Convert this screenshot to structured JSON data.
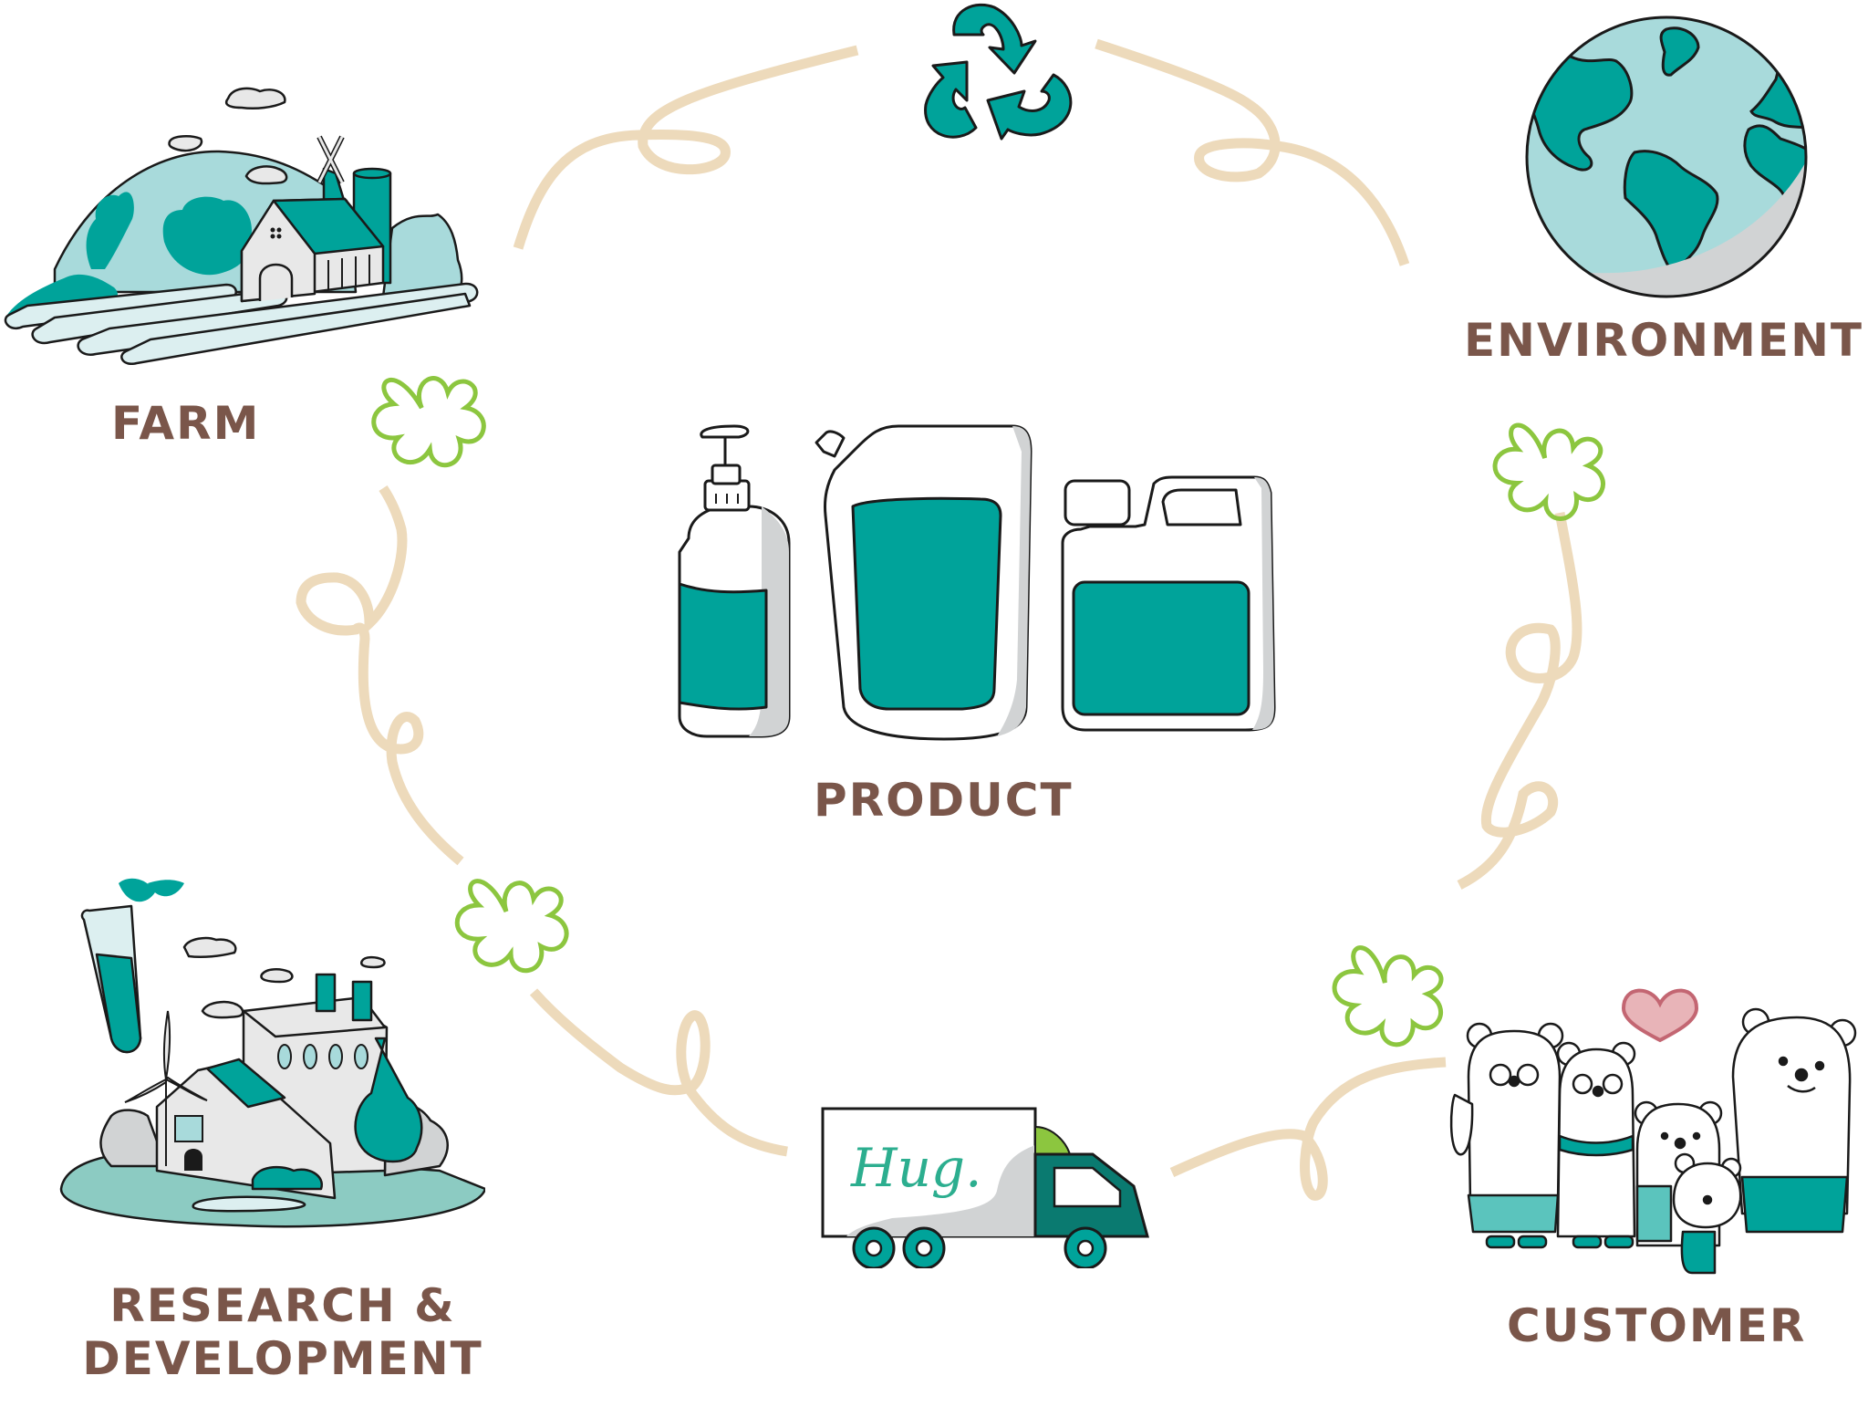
{
  "diagram": {
    "type": "cycle",
    "theme": {
      "label_color": "#7a564a",
      "teal": "#00a39a",
      "light_teal": "#a8dadb",
      "dark_teal": "#0a7a70",
      "connector": "#eddabb",
      "flower": "#8cc63f",
      "grey": "#d1d3d4",
      "heart": "#e8b4b8"
    },
    "nodes": [
      {
        "id": "farm",
        "label": "FARM",
        "icon": "farm-illustration"
      },
      {
        "id": "recycle",
        "label": "",
        "icon": "recycle-icon"
      },
      {
        "id": "environment",
        "label": "ENVIRONMENT",
        "icon": "globe-icon"
      },
      {
        "id": "customer",
        "label": "CUSTOMER",
        "icon": "bear-family-illustration"
      },
      {
        "id": "delivery",
        "label": "",
        "icon": "delivery-truck-icon",
        "truck_text": "Hug."
      },
      {
        "id": "rd",
        "label_line1": "RESEARCH &",
        "label_line2": "DEVELOPMENT",
        "icon": "factory-illustration"
      },
      {
        "id": "product",
        "label": "PRODUCT",
        "icon": "product-bottles-illustration"
      }
    ],
    "flow": [
      "farm",
      "recycle",
      "environment",
      "customer",
      "delivery",
      "rd",
      "farm"
    ]
  }
}
